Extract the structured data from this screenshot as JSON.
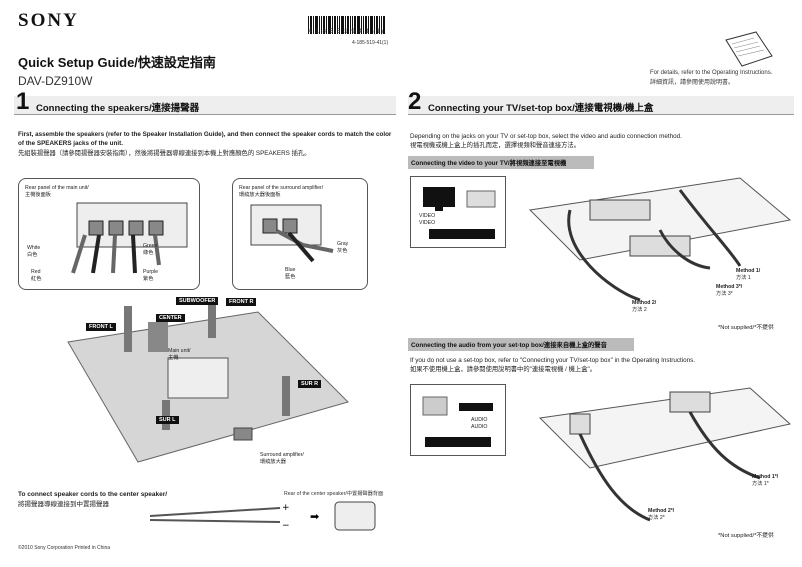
{
  "brand": "SONY",
  "barcode": {
    "digits": "4 1 8 5 5 1 9 4 1 (1)",
    "part_no": "4-185-519-41(1)"
  },
  "header": {
    "title": "Quick Setup Guide/快速設定指南",
    "model": "DAV-DZ910W",
    "details_en": "For details, refer to the Operating Instructions.",
    "details_zh": "詳細資訊，請參閱使用說明書。"
  },
  "section1": {
    "number": "1",
    "title": "Connecting the speakers/連接揚聲器",
    "intro_en": "First, assemble the speakers (refer to the Speaker Installation Guide), and then connect the speaker cords to match the color of the SPEAKERS jacks of the unit.",
    "intro_zh": "先組裝揚聲器（請參閱揚聲器安裝指南），然後將揚聲器導線連接到本機上對應顏色的 SPEAKERS 插孔。",
    "main_unit_panel": "Rear panel of the main unit/",
    "main_unit_panel_zh": "主機後面板",
    "surround_panel": "Rear panel of the surround amplifier/",
    "surround_panel_zh": "環繞放大器後面板",
    "white": "White",
    "white_zh": "白色",
    "red": "Red",
    "red_zh": "紅色",
    "green": "Green",
    "green_zh": "綠色",
    "purple": "Purple",
    "purple_zh": "紫色",
    "gray": "Gray",
    "gray_zh": "灰色",
    "blue": "Blue",
    "blue_zh": "藍色",
    "tags": {
      "subwoofer": "SUBWOOFER",
      "front_r": "FRONT R",
      "center": "CENTER",
      "front_l": "FRONT L",
      "sur_r": "SUR R",
      "sur_l": "SUR L"
    },
    "main_unit_label": "Main unit/",
    "main_unit_label_zh": "主機",
    "surround_amp_label": "Surround amplifier/",
    "surround_amp_label_zh": "環繞放大器",
    "center_heading": "To connect speaker cords to the center speaker/",
    "center_heading_zh": "將揚聲器導線連接到中置揚聲器",
    "center_rear": "Rear of the center speaker/中置揚聲器背面",
    "copyright": "©2010 Sony Corporation   Printed in China"
  },
  "section2": {
    "number": "2",
    "title": "Connecting your TV/set-top box/連接電視機/機上盒",
    "intro_en": "Depending on the jacks on your TV or set-top box, select the video and audio connection method.",
    "intro_zh": "視電視機或機上盒上的插孔而定，選擇視頻和聲音連接方法。",
    "video_head": "Connecting the video to your TV/將視頻連接至電視機",
    "video_label": "VIDEO",
    "video_label2": "VIDEO",
    "method1": "Method 1/",
    "method1_zh": "方法 1",
    "method3": "Method 3*/",
    "method3_zh": "方法 3*",
    "method2": "Method 2/",
    "method2_zh": "方法 2",
    "not_supplied": "*Not supplied/*不提供",
    "audio_head": "Connecting the audio from your set-top box/連接來自機上盒的聲音",
    "audio_intro_en": "If you do not use a set-top box, refer to \"Connecting your TV/set-top box\" in the Operating Instructions.",
    "audio_intro_zh": "如果不使用機上盒，請參閱使用說明書中的\"連接電視機 / 機上盒\"。",
    "audio_label": "AUDIO",
    "audio_label2": "AUDIO",
    "amethod1": "Method 1*/",
    "amethod1_zh": "方法 1*",
    "amethod2": "Method 2*/",
    "amethod2_zh": "方法 2*",
    "not_supplied2": "*Not supplied/*不提供"
  }
}
